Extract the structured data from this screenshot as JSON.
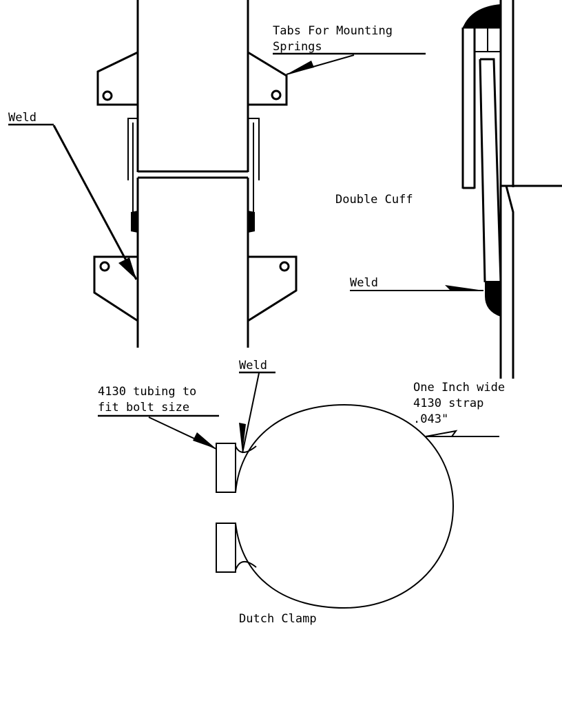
{
  "labels": {
    "tabs_line1": "Tabs For Mounting",
    "tabs_line2": "Springs",
    "weld_left": "Weld",
    "double_cuff": "Double Cuff",
    "weld_right": "Weld",
    "weld_clamp": "Weld",
    "tubing_line1": "4130 tubing to",
    "tubing_line2": "fit bolt size",
    "strap_line1": "One Inch wide",
    "strap_line2": "4130 strap",
    "strap_line3": ".043\"",
    "dutch_clamp": "Dutch Clamp"
  },
  "colors": {
    "ink": "#000000",
    "background": "#ffffff"
  }
}
